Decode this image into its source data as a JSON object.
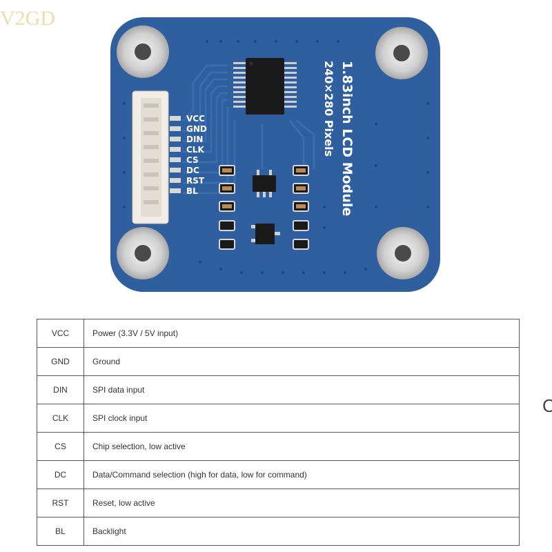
{
  "watermark": "V2GD",
  "board": {
    "title": "1.83inch LCD Module",
    "subtitle": "240×280 Pixels",
    "pin_labels": [
      "VCC",
      "GND",
      "DIN",
      "CLK",
      "CS",
      "DC",
      "RST",
      "BL"
    ],
    "colors": {
      "pcb": "#2f5f9e",
      "chip": "#1a1a1a",
      "mount": "#d9d9d9",
      "connector": "#f2ede6"
    }
  },
  "pin_table": {
    "rows": [
      {
        "pin": "VCC",
        "description": "Power (3.3V / 5V input)"
      },
      {
        "pin": "GND",
        "description": "Ground"
      },
      {
        "pin": "DIN",
        "description": "SPI data input"
      },
      {
        "pin": "CLK",
        "description": "SPI clock input"
      },
      {
        "pin": "CS",
        "description": "Chip selection, low active"
      },
      {
        "pin": "DC",
        "description": "Data/Command selection (high for data, low for command)"
      },
      {
        "pin": "RST",
        "description": "Reset, low active"
      },
      {
        "pin": "BL",
        "description": "Backlight"
      }
    ]
  },
  "cut_text": "C"
}
